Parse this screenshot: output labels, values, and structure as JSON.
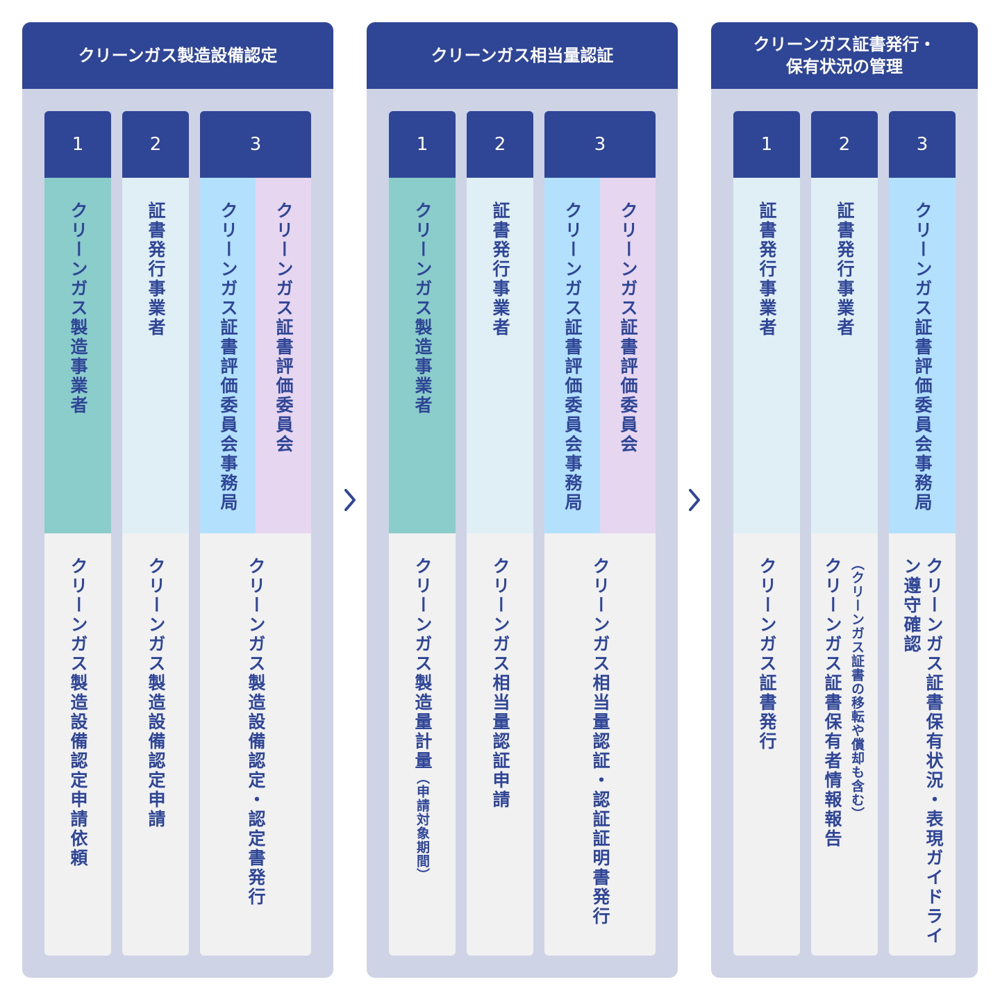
{
  "colors": {
    "header": "#2f4596",
    "phase_background": "#cfd3e6",
    "manufacturer": "#8bcdcb",
    "issuer": "#e0eff6",
    "committee_secretariat": "#b3e0fd",
    "committee": "#e7d6ef",
    "activity_background": "#f1f1f1"
  },
  "phases": [
    {
      "title": [
        "クリーンガス製造設備認定"
      ],
      "columns": [
        {
          "num": "1",
          "roles": [
            {
              "label": "クリーンガス製造事業者",
              "color": "#8bcdcb"
            }
          ],
          "activity": "クリーンガス製造設備認定申請依頼",
          "activity_note": ""
        },
        {
          "num": "2",
          "roles": [
            {
              "label": "証書発行事業者",
              "color": "#e0eff6"
            }
          ],
          "activity": "クリーンガス製造設備認定申請",
          "activity_note": ""
        },
        {
          "num": "3",
          "roles": [
            {
              "label": "クリーンガス証書評価委員会事務局",
              "color": "#b3e0fd"
            },
            {
              "label": "クリーンガス証書評価委員会",
              "color": "#e7d6ef"
            }
          ],
          "activity": "クリーンガス製造設備認定・認定書発行",
          "activity_note": ""
        }
      ]
    },
    {
      "title": [
        "クリーンガス相当量認証"
      ],
      "columns": [
        {
          "num": "1",
          "roles": [
            {
              "label": "クリーンガス製造事業者",
              "color": "#8bcdcb"
            }
          ],
          "activity": "クリーンガス製造量計量",
          "activity_note": "（申請対象期間）"
        },
        {
          "num": "2",
          "roles": [
            {
              "label": "証書発行事業者",
              "color": "#e0eff6"
            }
          ],
          "activity": "クリーンガス相当量認証申請",
          "activity_note": ""
        },
        {
          "num": "3",
          "roles": [
            {
              "label": "クリーンガス証書評価委員会事務局",
              "color": "#b3e0fd"
            },
            {
              "label": "クリーンガス証書評価委員会",
              "color": "#e7d6ef"
            }
          ],
          "activity": "クリーンガス相当量認証・認証証明書発行",
          "activity_note": ""
        }
      ]
    },
    {
      "title": [
        "クリーンガス証書発行・",
        "保有状況の管理"
      ],
      "columns": [
        {
          "num": "1",
          "roles": [
            {
              "label": "証書発行事業者",
              "color": "#e0eff6"
            }
          ],
          "activity": "クリーンガス証書発行",
          "activity_note": ""
        },
        {
          "num": "2",
          "roles": [
            {
              "label": "証書発行事業者",
              "color": "#e0eff6"
            }
          ],
          "activity": "クリーンガス証書保有者情報報告",
          "activity_note": "（クリーンガス証書の移転や償却も含む）"
        },
        {
          "num": "3",
          "roles": [
            {
              "label": "クリーンガス証書評価委員会事務局",
              "color": "#b3e0fd"
            }
          ],
          "activity": "クリーンガス証書保有状況・表現ガイドライン遵守確認",
          "activity_note": ""
        }
      ]
    }
  ]
}
